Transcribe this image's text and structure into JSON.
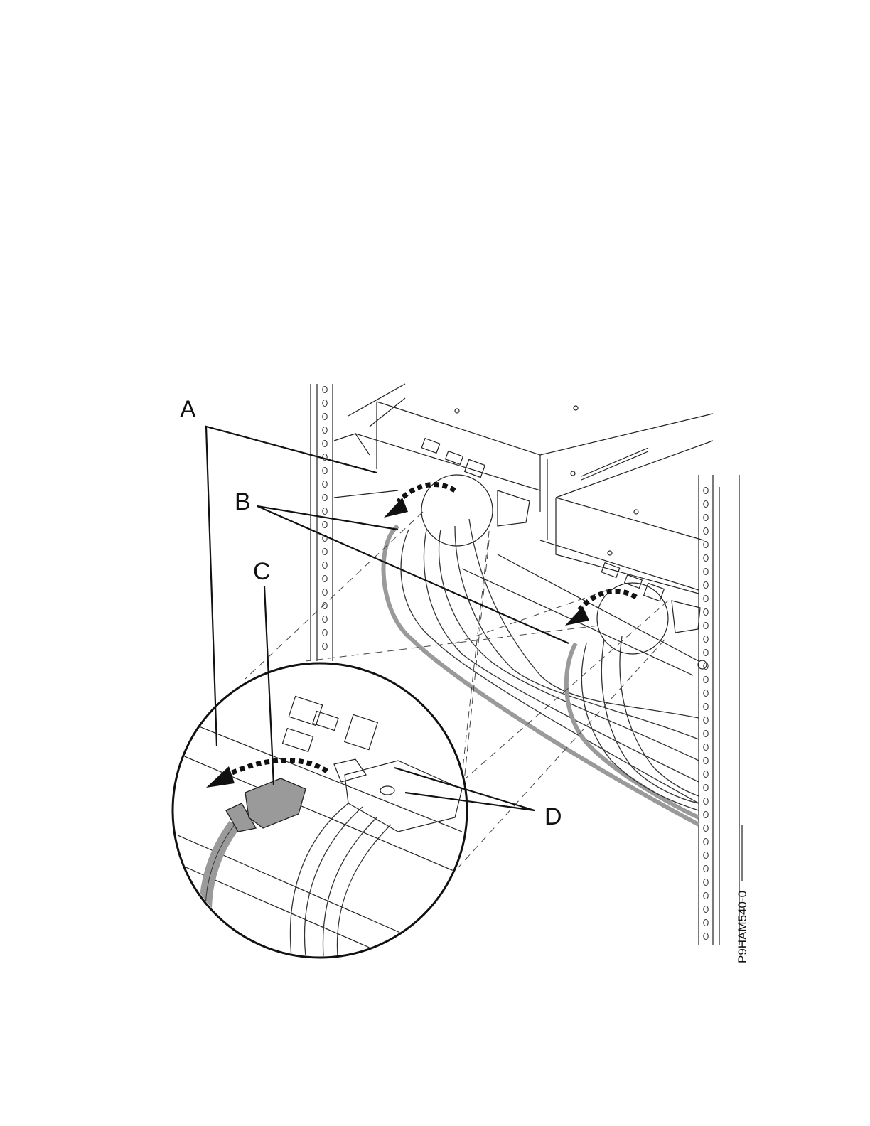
{
  "figure": {
    "callouts": [
      "A",
      "B",
      "C",
      "D"
    ],
    "figure_id": "P9HAM540-0"
  },
  "colors": {
    "line": "#222222",
    "power_cord": "#9a9a9a",
    "background": "#ffffff"
  }
}
